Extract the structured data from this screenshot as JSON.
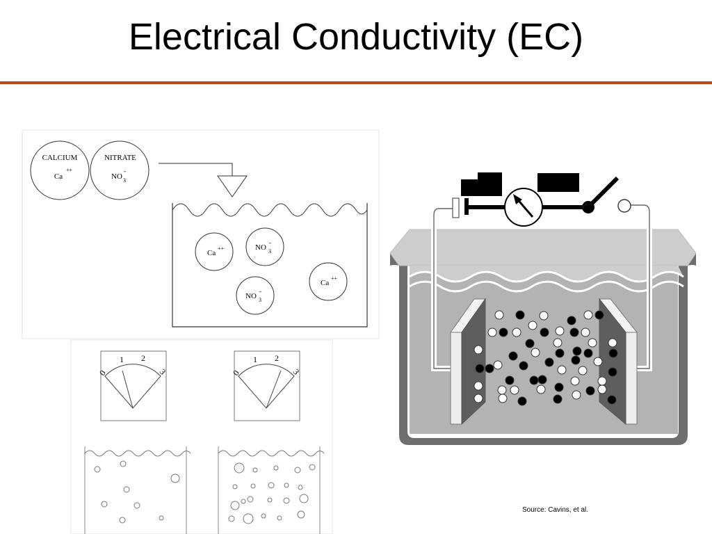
{
  "slide": {
    "title": "Electrical Conductivity (EC)",
    "accent_color": "#c0451e"
  },
  "dissolve_diagram": {
    "calcium_label": "CALCIUM",
    "calcium_ion": "Ca",
    "calcium_charge": "++",
    "nitrate_label": "NITRATE",
    "nitrate_ion": "NO",
    "nitrate_sub": "3",
    "nitrate_charge": "-"
  },
  "meter_diagrams": {
    "dial_ticks": [
      "0",
      "1",
      "2",
      "3"
    ]
  },
  "cell_diagram": {
    "ion_colors": [
      "#000000",
      "#ffffff"
    ]
  },
  "source": "Source: Cavins, et al."
}
